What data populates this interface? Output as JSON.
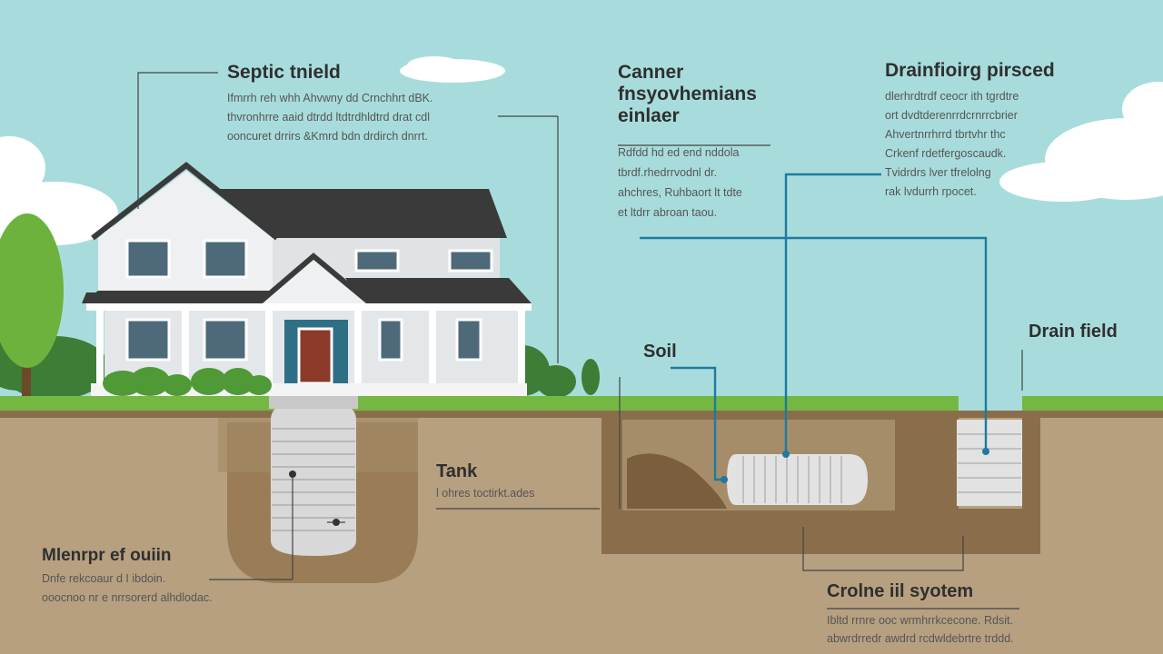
{
  "colors": {
    "sky": "#a8dcdc",
    "soil": "#b7a080",
    "soil_dark": "#8a6e4c",
    "grass": "#74b843",
    "leader_line": "#1f7a9e",
    "roof": "#3a3a3a",
    "siding": "#eef0f2",
    "door": "#8b3a2a"
  },
  "callouts": {
    "septic": {
      "title": "Septic tnield",
      "lines": [
        "Ifmrrh reh whh Ahvwny dd Crnchhrt dBK.",
        "thvronhrre aaid dtrdd ltdtrdhldtrd drat cdl",
        "ooncuret drrirs &Kmrd bdn drdirch dnrrt."
      ]
    },
    "center": {
      "title_lines": [
        "Canner",
        "fnsyovhemians",
        "einlaer"
      ],
      "lines": [
        "Rdfdd hd ed end nddola",
        "tbrdf.rhedrrvodnl dr.",
        "ahchres, Ruhbaort lt tdte",
        "et ltdrr abroan taou."
      ]
    },
    "drainfield_top": {
      "title": "Drainfioirg pirsced",
      "lines": [
        "dlerhrdtrdf ceocr ith tgrdtre",
        "ort dvdtderenrrdcrnrrcbrier",
        "Ahvertnrrhrrd tbrtvhr thc",
        "Crkenf rdetfergoscaudk.",
        "Tvidrdrs lver tfrelolng",
        "rak lvdurrh rpocet."
      ]
    },
    "soil": {
      "title": "Soil"
    },
    "drain_field": {
      "title": "Drain field"
    },
    "tank": {
      "title": "Tank",
      "lines": [
        "l ohres toctirkt.ades"
      ]
    },
    "outlet": {
      "title": "Mlenrpr ef ouiin",
      "lines": [
        "Dnfe rekcoaur d I ibdoin.",
        "ooocnoo nr e nrrsorerd alhdlodac."
      ]
    },
    "bottom_system": {
      "title": "Crolne iil syotem",
      "lines": [
        "Ibltd rrnre ooc wrmhrrkcecone. Rdsit.",
        "abwrdrredr awdrd rcdwldebrtre trddd."
      ]
    }
  }
}
